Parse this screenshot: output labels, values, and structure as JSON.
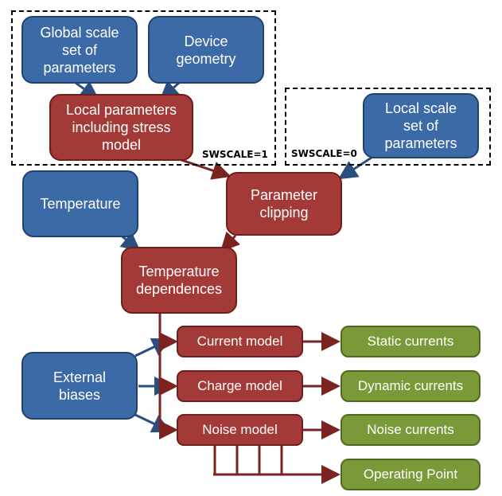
{
  "nodes": {
    "global_scale": "Global scale\nset of\nparameters",
    "device_geometry": "Device\ngeometry",
    "local_parameters": "Local parameters\nincluding stress\nmodel",
    "local_scale": "Local scale\nset of\nparameters",
    "temperature": "Temperature",
    "parameter_clipping": "Parameter\nclipping",
    "temperature_dependences": "Temperature\ndependences",
    "external_biases": "External\nbiases",
    "current_model": "Current model",
    "charge_model": "Charge model",
    "noise_model": "Noise model",
    "static_currents": "Static currents",
    "dynamic_currents": "Dynamic currents",
    "noise_currents": "Noise currents",
    "operating_point": "Operating Point"
  },
  "labels": {
    "swscale_1": "SWSCALE=1",
    "swscale_0": "SWSCALE=0"
  },
  "colors": {
    "blue_fill": "#3c6aa6",
    "red_fill": "#a33a37",
    "green_fill": "#7a9a3a",
    "blue_arrow": "#2a4f7e",
    "red_arrow": "#7a2320"
  }
}
